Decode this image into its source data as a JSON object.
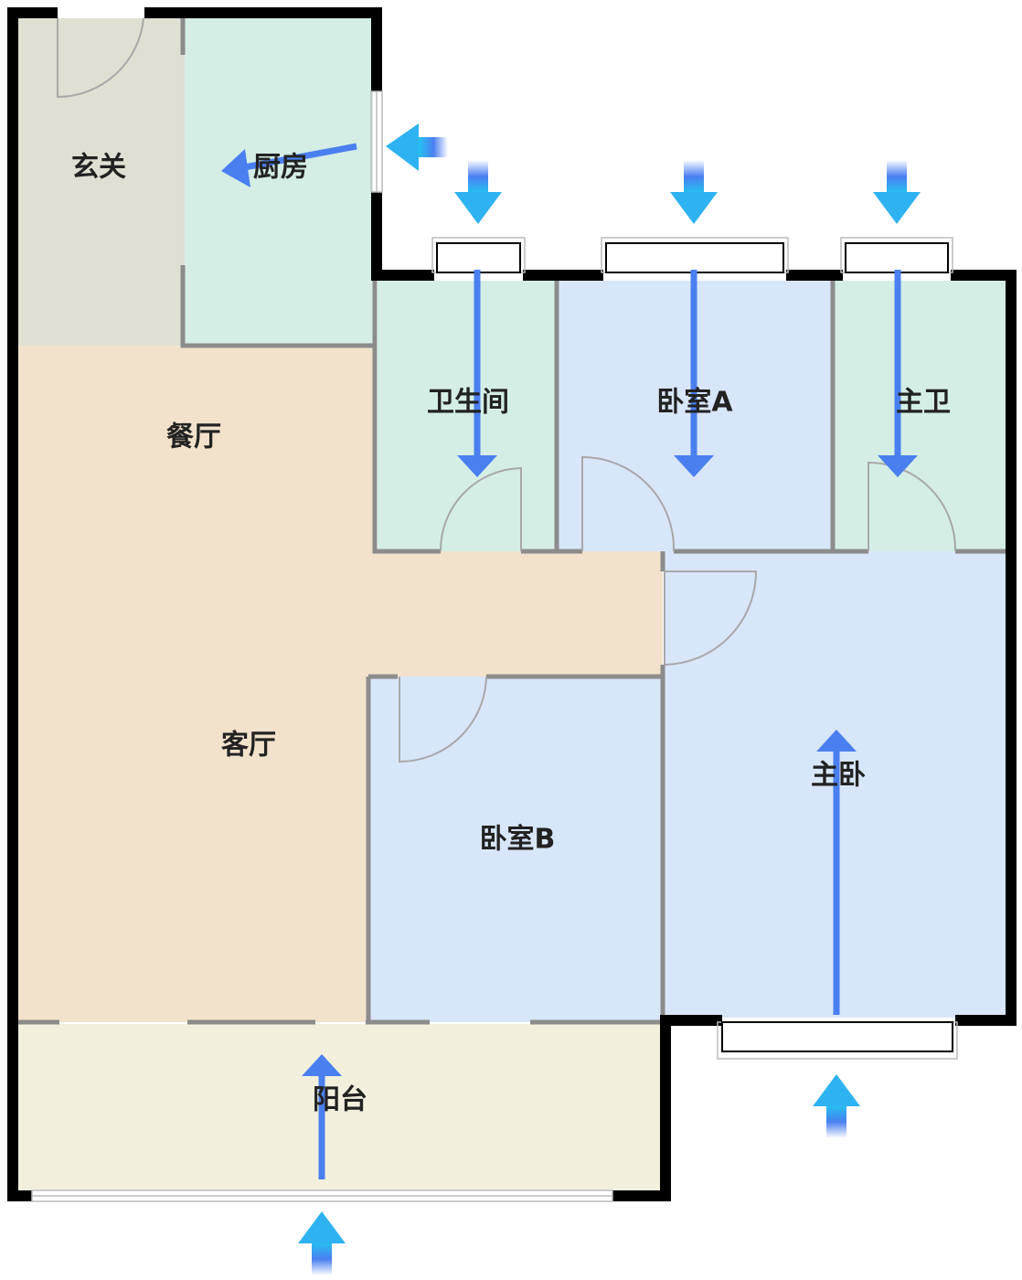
{
  "rooms": {
    "entrance": "玄关",
    "kitchen": "厨房",
    "dining": "餐厅",
    "living": "客厅",
    "bathroom": "卫生间",
    "bedroom_a": "卧室A",
    "master_bath": "主卫",
    "master_bedroom": "主卧",
    "bedroom_b": "卧室B",
    "balcony": "阳台"
  },
  "colors": {
    "entrance": "#dfdfd3",
    "wet": "#d4eee6",
    "living": "#f2e2cc",
    "bedroom": "#d8e6fa",
    "balcony": "#f2f0dd",
    "arrow": "#4a7ff0",
    "arrow_light": "#1ed0f0"
  }
}
